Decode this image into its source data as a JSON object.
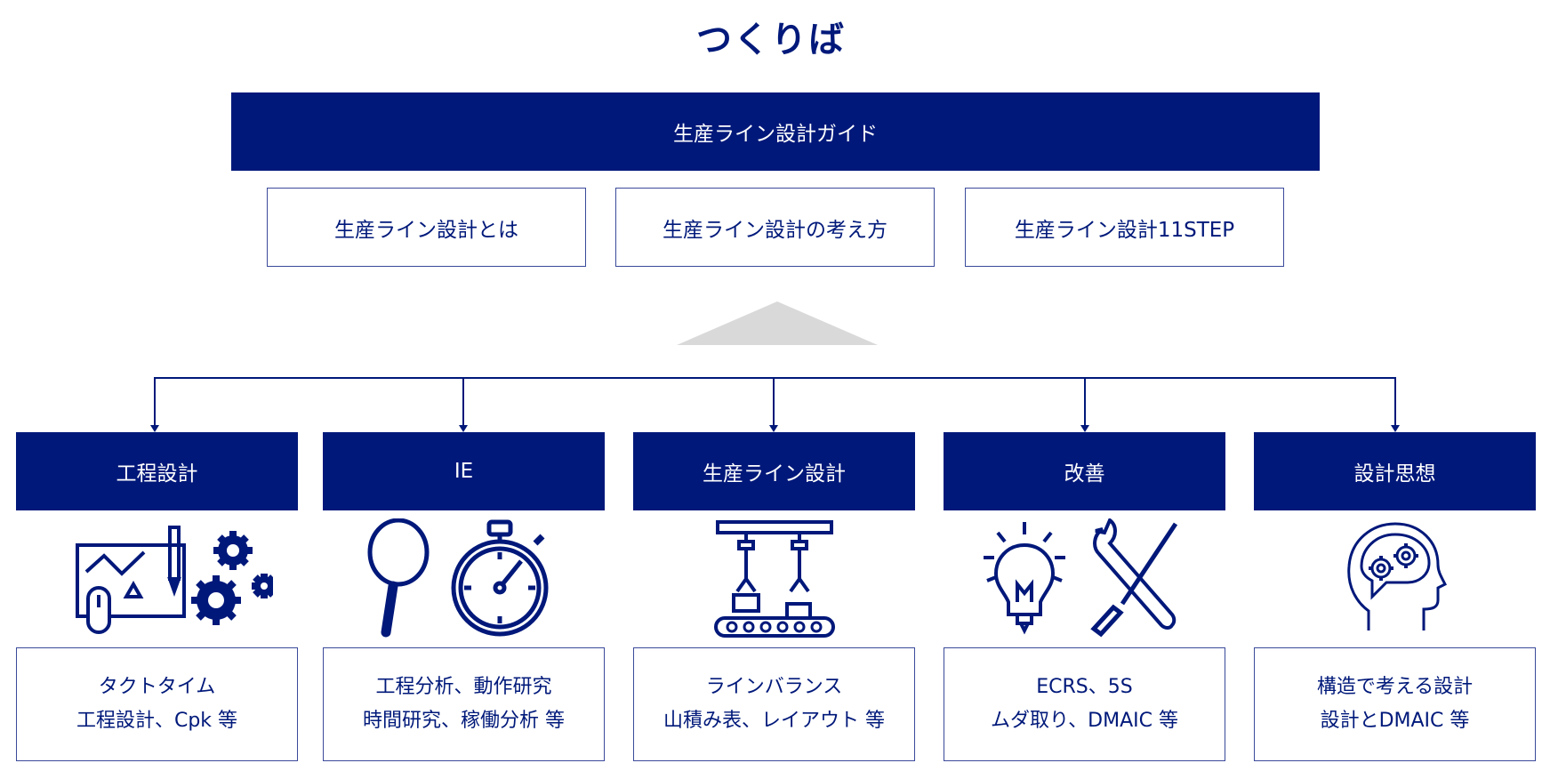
{
  "title": "つくりば",
  "guide": {
    "label": "生産ライン設計ガイド",
    "links": [
      "生産ライン設計とは",
      "生産ライン設計の考え方",
      "生産ライン設計11STEP"
    ]
  },
  "categories": [
    {
      "label": "工程設計",
      "icon": "design-gears-icon",
      "lines": [
        "タクトタイム",
        "工程設計、Cpk 等"
      ]
    },
    {
      "label": "IE",
      "icon": "magnifier-stopwatch-icon",
      "lines": [
        "工程分析、動作研究",
        "時間研究、稼働分析 等"
      ]
    },
    {
      "label": "生産ライン設計",
      "icon": "production-line-robot-icon",
      "lines": [
        "ラインバランス",
        "山積み表、レイアウト 等"
      ]
    },
    {
      "label": "改善",
      "icon": "lightbulb-tools-icon",
      "lines": [
        "ECRS、5S",
        "ムダ取り、DMAIC 等"
      ]
    },
    {
      "label": "設計思想",
      "icon": "head-gears-icon",
      "lines": [
        "構造で考える設計",
        "設計とDMAIC 等"
      ]
    }
  ],
  "colors": {
    "navy": "#00187a",
    "triangle": "#d9d9d9"
  }
}
